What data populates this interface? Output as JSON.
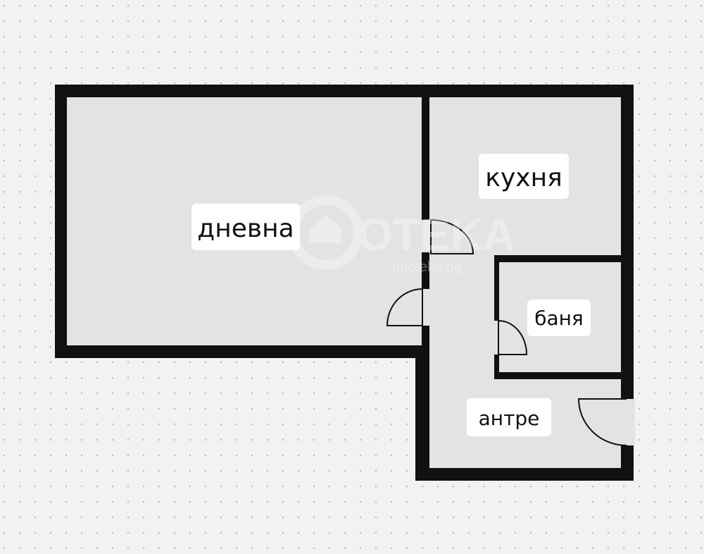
{
  "rooms": {
    "living": {
      "label": "дневна"
    },
    "kitchen": {
      "label": "кухня"
    },
    "bathroom": {
      "label": "баня"
    },
    "hallway": {
      "label": "антре"
    }
  },
  "watermark": {
    "brand": "OTEKA",
    "url": "imoteka.bg"
  },
  "colors": {
    "background": "#f2f2f2",
    "floor": "#e3e3e3",
    "wall": "#111111",
    "dot": "#a9c4e2",
    "label_bg": "#ffffff"
  }
}
